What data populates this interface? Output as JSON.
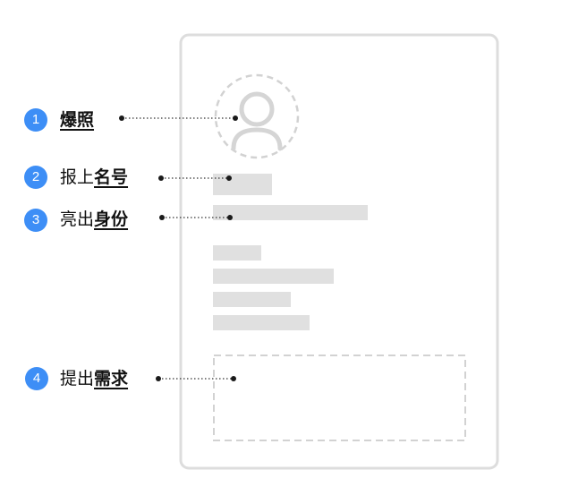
{
  "accent_color": "#3d8ef6",
  "card_border_color": "#dddddd",
  "placeholder_color": "#e0e0e0",
  "steps": [
    {
      "number": "1",
      "prefix": "",
      "emphasis": "爆照"
    },
    {
      "number": "2",
      "prefix": "报上",
      "emphasis": "名号"
    },
    {
      "number": "3",
      "prefix": "亮出",
      "emphasis": "身份"
    },
    {
      "number": "4",
      "prefix": "提出",
      "emphasis": "需求"
    }
  ],
  "icons": [
    "avatar-user-icon"
  ]
}
